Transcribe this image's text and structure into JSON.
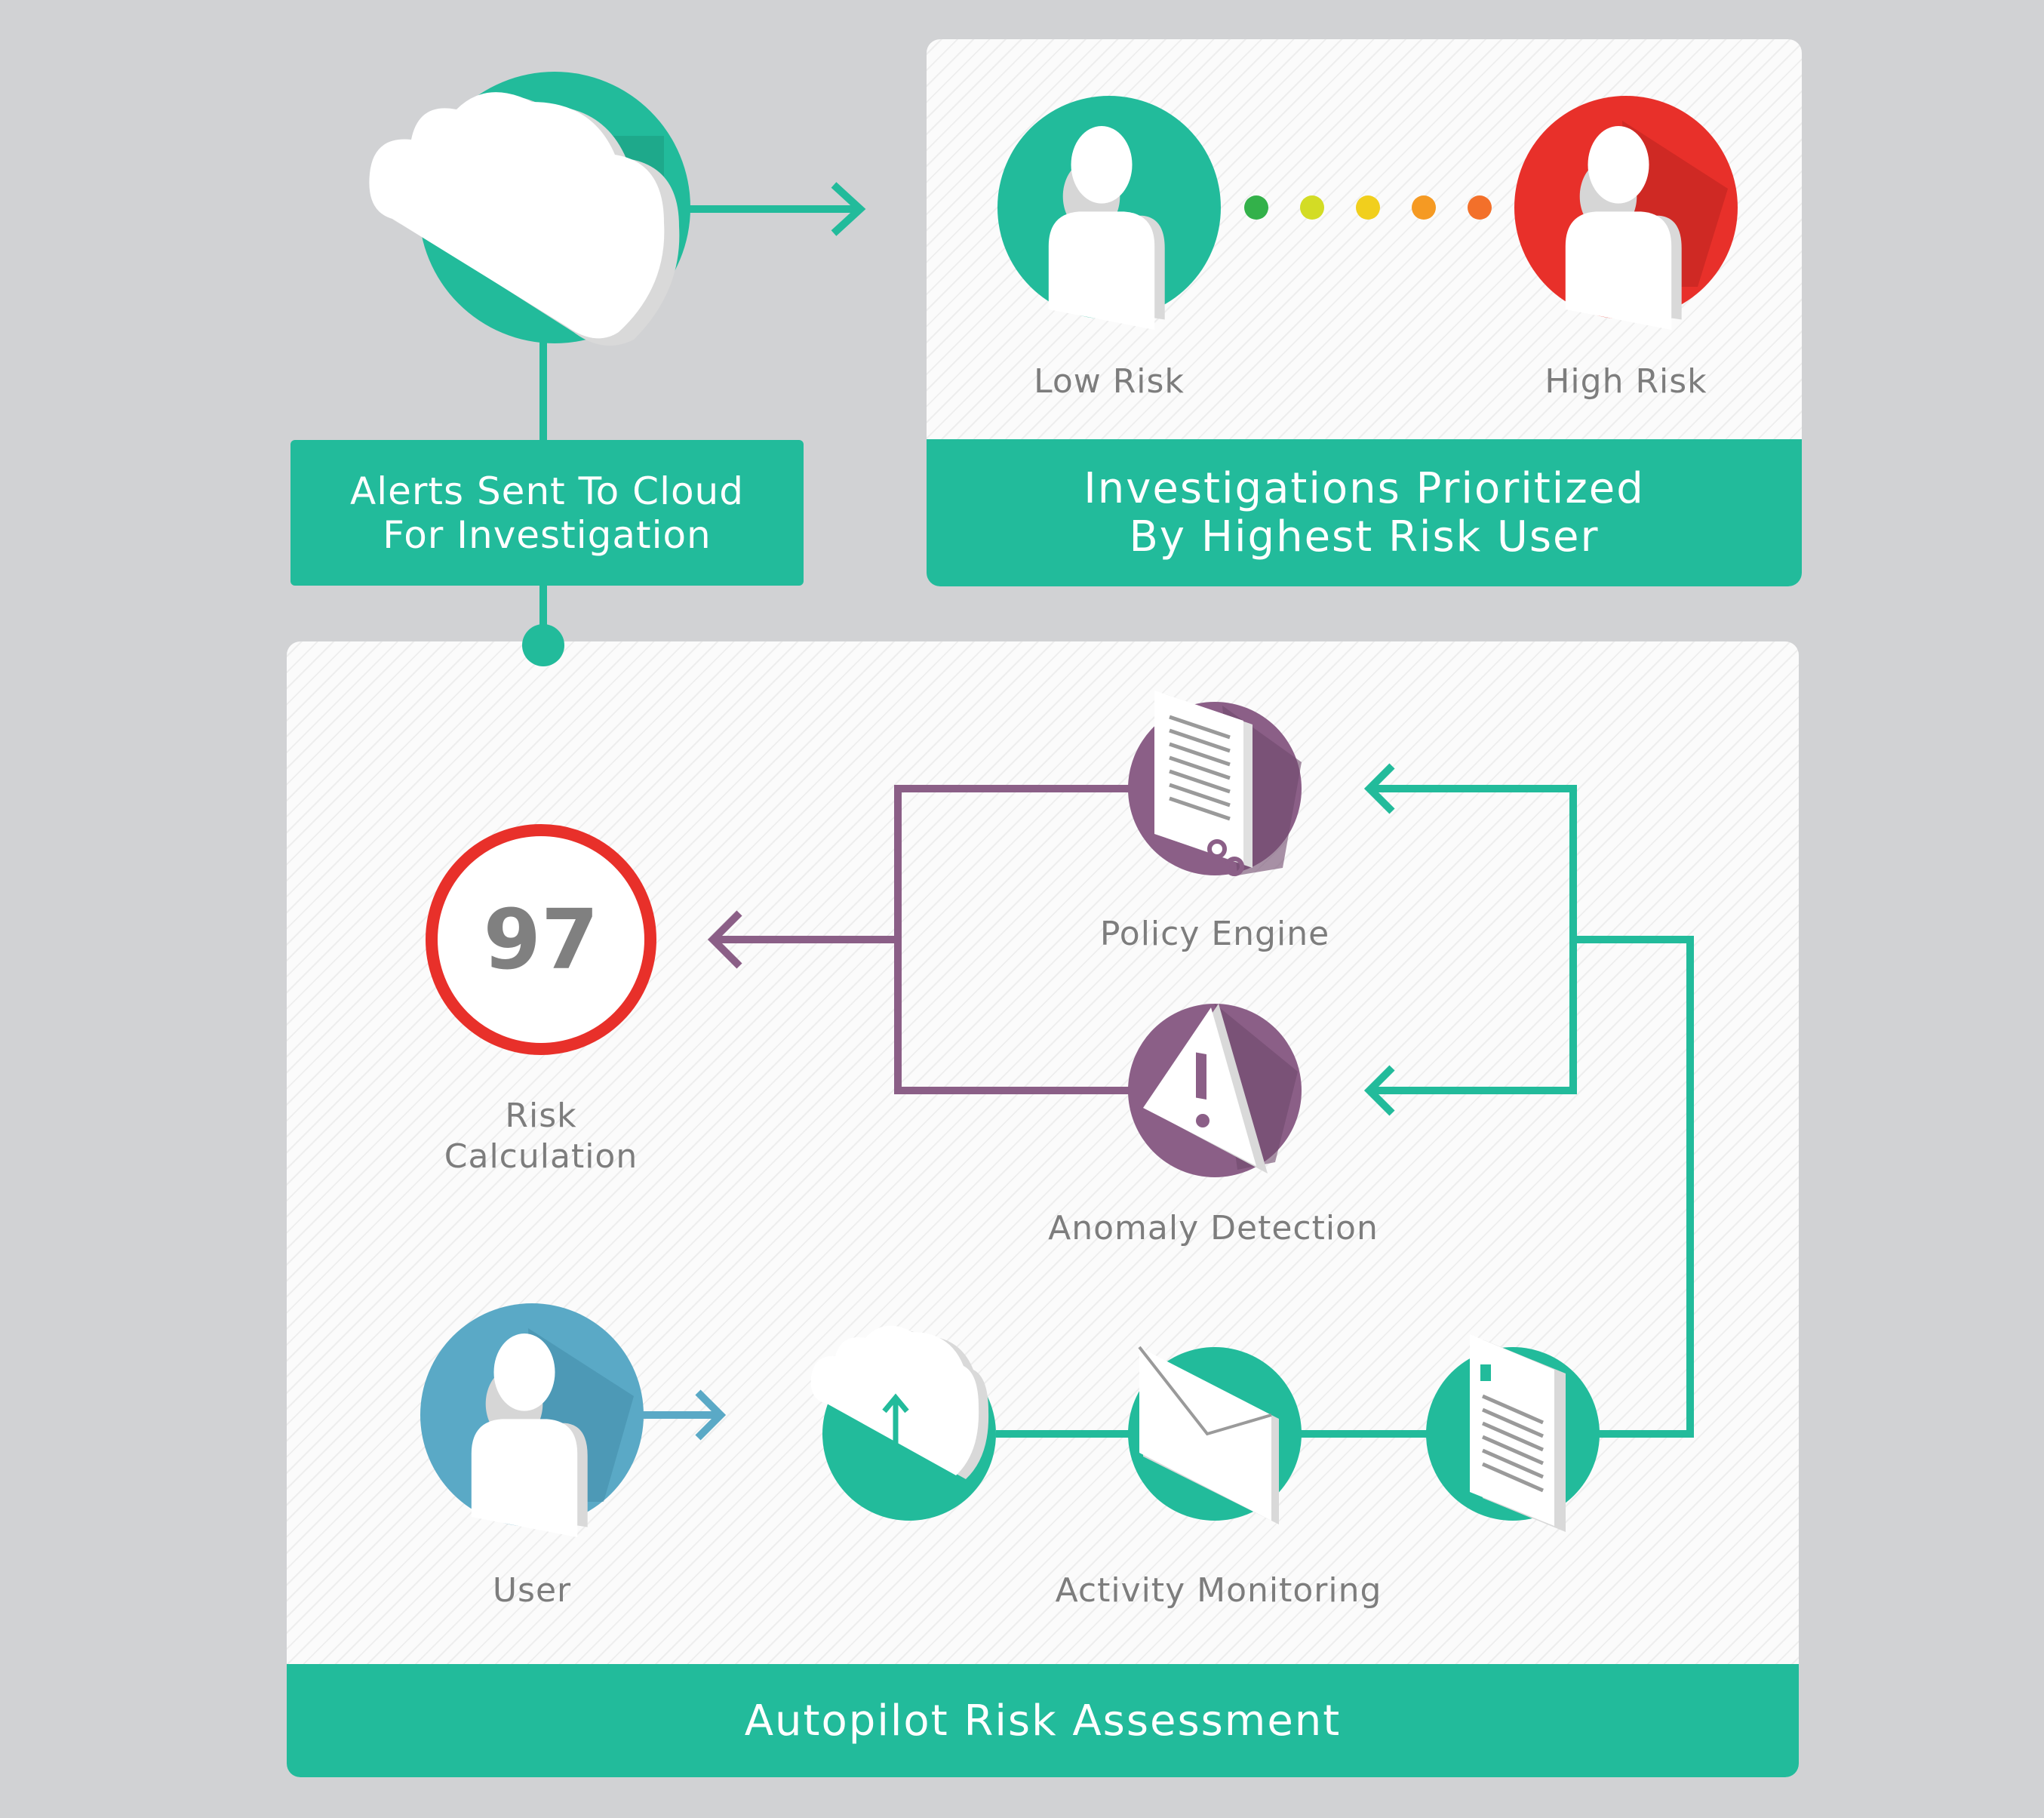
{
  "alerts_box": {
    "line1": "Alerts Sent To Cloud",
    "line2": "For Investigation"
  },
  "investigations_panel": {
    "title_line1": "Investigations Prioritized",
    "title_line2": "By Highest Risk User",
    "low_label": "Low Risk",
    "high_label": "High Risk",
    "risk_scale_colors": [
      "#33b14a",
      "#d3dc25",
      "#f1cf1d",
      "#f59a23",
      "#f3702a"
    ]
  },
  "autopilot_panel": {
    "title": "Autopilot Risk Assessment",
    "risk_score": "97",
    "risk_label_line1": "Risk",
    "risk_label_line2": "Calculation",
    "policy_label": "Policy Engine",
    "anomaly_label": "Anomaly Detection",
    "user_label": "User",
    "activity_label": "Activity Monitoring"
  },
  "colors": {
    "teal": "#22bb9b",
    "red": "#e8302a",
    "purple": "#8b5f87",
    "blue": "#5aa9c6",
    "label_gray": "#7d7d7d"
  },
  "icons": [
    "cloud-icon",
    "user-icon",
    "document-gears-icon",
    "warning-icon",
    "cloud-upload-icon",
    "envelope-icon",
    "document-icon"
  ]
}
